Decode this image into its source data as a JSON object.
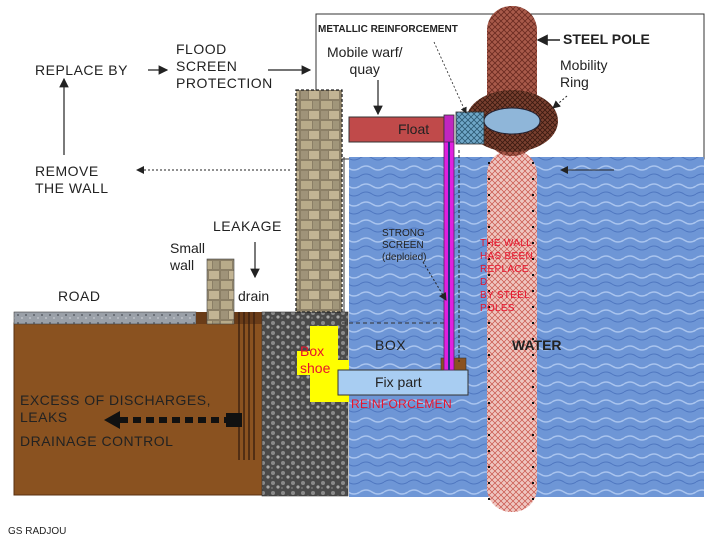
{
  "labels": {
    "metallic_reinforcement": "METALLIC REINFORCEMENT",
    "steel_pole": "STEEL POLE",
    "mobility_ring": "Mobility\nRing",
    "mobile_warf": "Mobile warf/\nquay",
    "float": "Float",
    "flood_screen": "FLOOD\nSCREEN\nPROTECTION",
    "replace_by": "REPLACE BY",
    "remove_wall": "REMOVE\nTHE WALL",
    "leakage": "LEAKAGE",
    "small_wall": "Small\nwall",
    "drain": "drain",
    "road": "ROAD",
    "strong_screen": "STRONG\nSCREEN\n(deploied)",
    "wall_replaced": "THE WALL\nHAS BEEN\nREPLACE\nD\nBY STEEL\nPOLES",
    "box": "BOX",
    "water": "WATER",
    "box_shoe": "Box\nshoe",
    "fix_part": "Fix part",
    "reinforcement": "REINFORCEMEN",
    "excess": "EXCESS OF DISCHARGES,\nLEAKS",
    "drainage": "DRAINAGE CONTROL",
    "author": "GS RADJOU"
  },
  "colors": {
    "soil": "#8a5220",
    "water": "#6e96d6",
    "float": "#c04a4a",
    "steel_pole": "#a85a4a",
    "box_shoe": "#ffff00",
    "fix_part": "#a8cdf2",
    "screen": "#e020e0",
    "accent_text": "#e8132b"
  }
}
